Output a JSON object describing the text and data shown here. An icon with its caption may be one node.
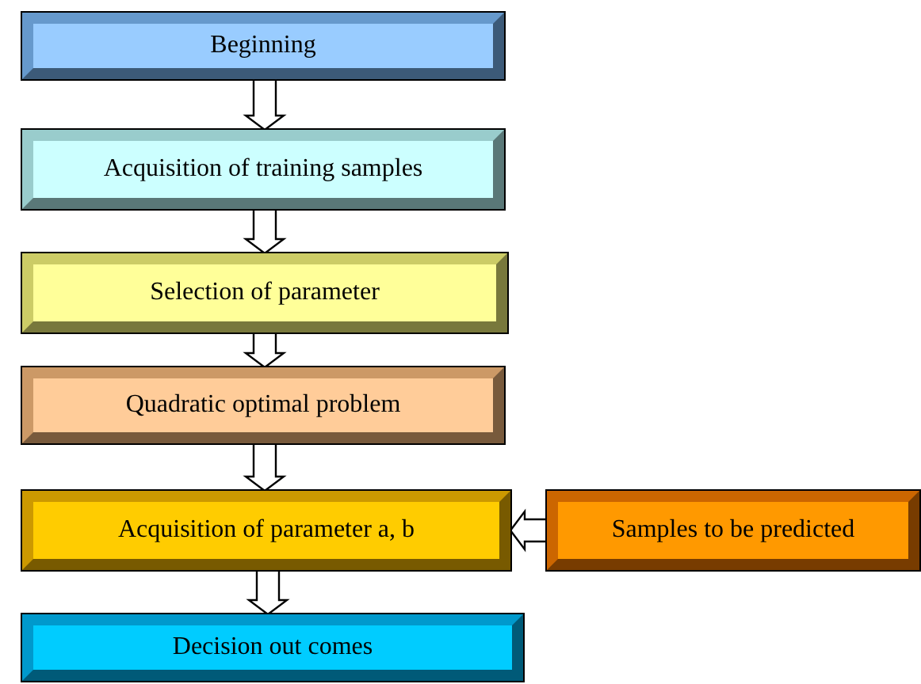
{
  "diagram": {
    "nodes": [
      {
        "text": [
          "Beginning"
        ]
      },
      {
        "text": [
          "Acquisition of training samples"
        ]
      },
      {
        "text": [
          "Selection of parameter"
        ]
      },
      {
        "text": [
          "Quadratic optimal problem"
        ]
      },
      {
        "text": [
          "Acquisition of parameter a, b"
        ]
      },
      {
        "text": [
          "Samples to be predicted"
        ]
      },
      {
        "text": [
          "Decision out comes"
        ]
      }
    ],
    "edges": [
      {
        "from": 0,
        "to": 1,
        "arrow": "to"
      },
      {
        "from": 1,
        "to": 2,
        "arrow": "to"
      },
      {
        "from": 2,
        "to": 3,
        "arrow": "to"
      },
      {
        "from": 3,
        "to": 4,
        "arrow": "to"
      },
      {
        "from": 5,
        "to": 4,
        "arrow": "to"
      },
      {
        "from": 4,
        "to": 6,
        "arrow": "to"
      }
    ]
  }
}
